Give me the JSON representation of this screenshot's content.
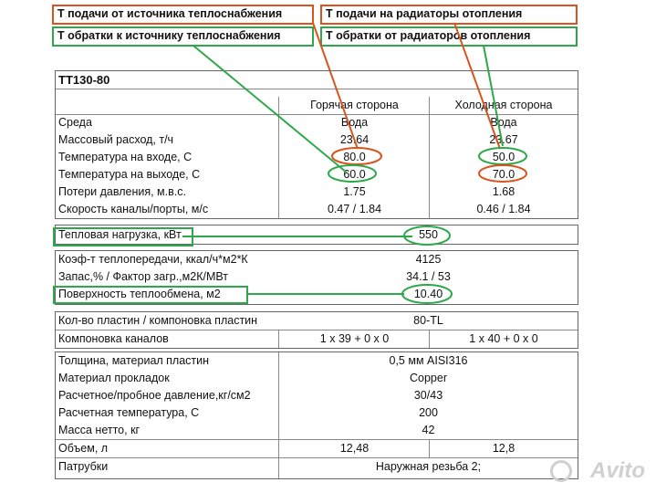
{
  "legend": {
    "hot_supply": "Т подачи от источника теплоснабжения",
    "hot_return": "Т обратки к источнику теплоснабжения",
    "cold_supply": "Т подачи на радиаторы отопления",
    "cold_return": "Т обратки от радиаторов отопления"
  },
  "model": "ТТ130-80",
  "header": {
    "hot": "Горячая сторона",
    "cold": "Холодная сторона"
  },
  "params": [
    {
      "label": "Среда",
      "hot": "Вода",
      "cold": "Вода"
    },
    {
      "label": "Массовый расход, т/ч",
      "hot": "23.64",
      "cold": "23.67"
    },
    {
      "label": "Температура на входе, С",
      "hot": "80.0",
      "cold": "50.0"
    },
    {
      "label": "Температура на выходе, С",
      "hot": "60.0",
      "cold": "70.0"
    },
    {
      "label": "Потери давления, м.в.с.",
      "hot": "1.75",
      "cold": "1.68"
    },
    {
      "label": "Скорость каналы/порты, м/с",
      "hot": "0.47 / 1.84",
      "cold": "0.46 / 1.84"
    }
  ],
  "heat_load": {
    "label": "Тепловая нагрузка, кВт",
    "value": "550"
  },
  "exchange": [
    {
      "label": "Коэф-т теплопередачи, ккал/ч*м2*К",
      "value": "4125"
    },
    {
      "label": "Запас,% / Фактор загр.,м2К/МВт",
      "value": "34.1 / 53"
    },
    {
      "label": "Поверхность теплообмена, м2",
      "value": "10.40"
    }
  ],
  "plates": {
    "count_label": "Кол-во пластин / компоновка пластин",
    "count_value": "80-TL",
    "channels_label": "Компоновка каналов",
    "channels_hot": "1 x 39 + 0 x 0",
    "channels_cold": "1 x 40 + 0 x 0"
  },
  "materials": [
    {
      "label": "Толщина, материал пластин",
      "value": "0,5 мм  AISI316"
    },
    {
      "label": "Материал прокладок",
      "value": "Copper"
    },
    {
      "label": "Расчетное/пробное давление,кг/см2",
      "value": "30/43"
    },
    {
      "label": "Расчетная температура, С",
      "value": "200"
    },
    {
      "label": "Масса нетто, кг",
      "value": "42"
    }
  ],
  "volume": {
    "label": "Объем, л",
    "hot": "12,48",
    "cold": "12,8"
  },
  "nozzles": {
    "label": "Патрубки",
    "value": "Наружная резьба 2;"
  },
  "watermark": "Avito",
  "colors": {
    "orange": "#d9541e",
    "green": "#2ea84a"
  }
}
